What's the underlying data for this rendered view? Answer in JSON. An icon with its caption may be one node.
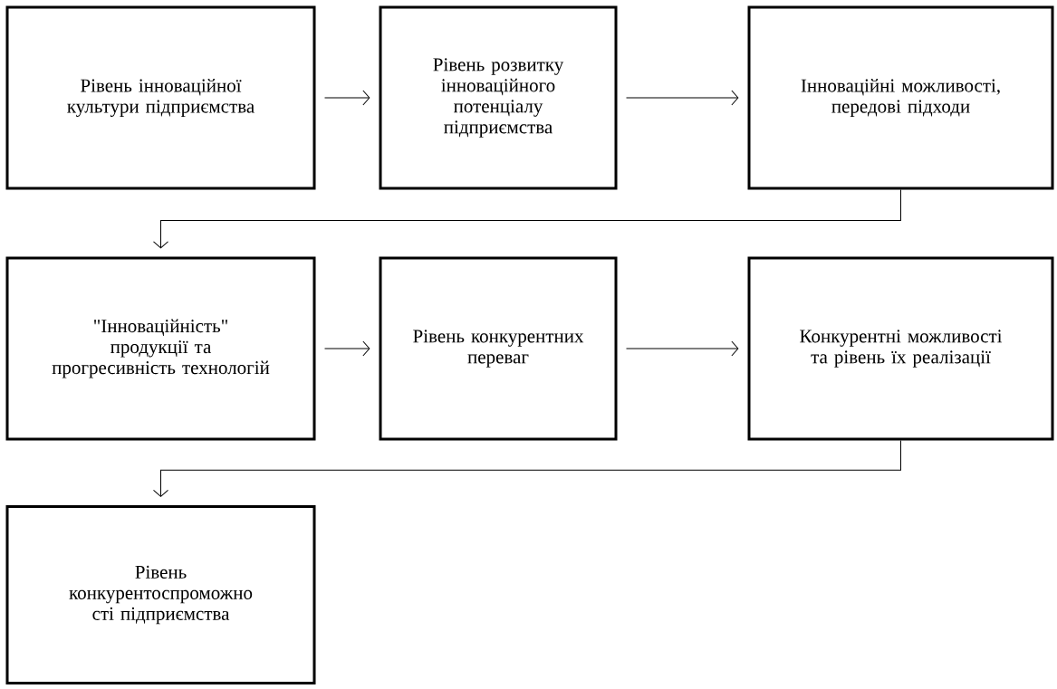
{
  "diagram": {
    "nodes": [
      {
        "text": [
          "Рівень інноваційної культури підприємства"
        ]
      },
      {
        "text": [
          "Рівень розвитку інноваційного потенціалу підприємства"
        ]
      },
      {
        "text": [
          "Інноваційні можливості, передові підходи"
        ]
      },
      {
        "text": [
          "\"Інноваційність\" продукції та прогресивність технологій"
        ]
      },
      {
        "text": [
          "Рівень конкурентних переваг"
        ]
      },
      {
        "text": [
          "Конкурентні можливості та рівень їх реалізації"
        ]
      },
      {
        "text": [
          "Рівень конкурентоспроможно сті підприємства"
        ]
      }
    ],
    "edges": [
      {
        "from": 0,
        "to": 1,
        "arrow": "to"
      },
      {
        "from": 1,
        "to": 2,
        "arrow": "to"
      },
      {
        "from": 2,
        "to": 3,
        "arrow": "to"
      },
      {
        "from": 3,
        "to": 4,
        "arrow": "to"
      },
      {
        "from": 4,
        "to": 5,
        "arrow": "to"
      },
      {
        "from": 5,
        "to": 6,
        "arrow": "to"
      }
    ]
  }
}
